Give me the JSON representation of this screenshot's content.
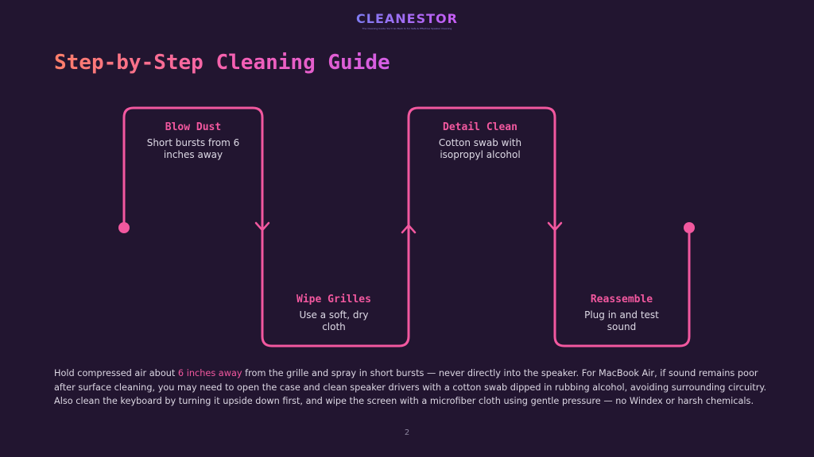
{
  "brand": {
    "logo": "CLEANESTOR",
    "tagline": "The Cleaning Guide You'll Go Back to for Safe & Effective Speaker Cleaning"
  },
  "title": "Step-by-Step Cleaning Guide",
  "steps": [
    {
      "title": "Blow Dust",
      "desc": "Short bursts from 6 inches away"
    },
    {
      "title": "Wipe Grilles",
      "desc": "Use a soft, dry cloth"
    },
    {
      "title": "Detail Clean",
      "desc": "Cotton swab with isopropyl alcohol"
    },
    {
      "title": "Reassemble",
      "desc": "Plug in and test sound"
    }
  ],
  "body": {
    "before": "Hold compressed air about ",
    "highlight": "6 inches away",
    "after": " from the grille and spray in short bursts — never directly into the speaker. For MacBook Air, if sound remains poor after surface cleaning, you may need to open the case and clean speaker drivers with a cotton swab dipped in rubbing alcohol, avoiding surrounding circuitry. Also clean the keyboard by turning it upside down first, and wipe the screen with a microfiber cloth using gentle pressure — no Windex or harsh chemicals."
  },
  "page_number": "2",
  "colors": {
    "accent": "#f2589f",
    "background": "#221530"
  }
}
